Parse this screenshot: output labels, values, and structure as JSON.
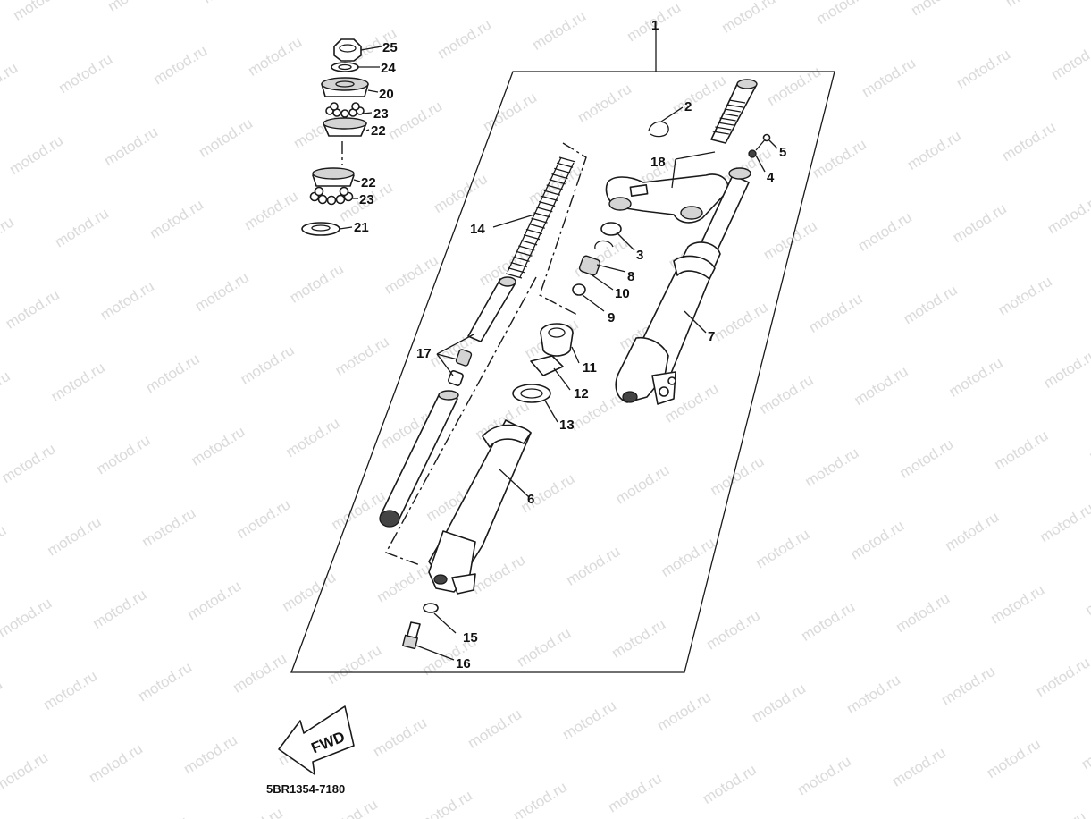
{
  "watermark": {
    "text": "motod.ru"
  },
  "diagram_code": "5BR1354-7180",
  "direction_arrow": {
    "label": "FWD"
  },
  "callouts": [
    {
      "id": "1",
      "label": "1"
    },
    {
      "id": "2",
      "label": "2"
    },
    {
      "id": "3",
      "label": "3"
    },
    {
      "id": "4",
      "label": "4"
    },
    {
      "id": "5",
      "label": "5"
    },
    {
      "id": "6",
      "label": "6"
    },
    {
      "id": "7",
      "label": "7"
    },
    {
      "id": "8",
      "label": "8"
    },
    {
      "id": "9",
      "label": "9"
    },
    {
      "id": "10",
      "label": "10"
    },
    {
      "id": "11",
      "label": "11"
    },
    {
      "id": "12",
      "label": "12"
    },
    {
      "id": "13",
      "label": "13"
    },
    {
      "id": "14",
      "label": "14"
    },
    {
      "id": "15",
      "label": "15"
    },
    {
      "id": "16",
      "label": "16"
    },
    {
      "id": "17",
      "label": "17"
    },
    {
      "id": "18",
      "label": "18"
    },
    {
      "id": "20",
      "label": "20"
    },
    {
      "id": "21",
      "label": "21"
    },
    {
      "id": "22a",
      "label": "22"
    },
    {
      "id": "22b",
      "label": "22"
    },
    {
      "id": "23a",
      "label": "23"
    },
    {
      "id": "23b",
      "label": "23"
    },
    {
      "id": "24",
      "label": "24"
    },
    {
      "id": "25",
      "label": "25"
    }
  ]
}
